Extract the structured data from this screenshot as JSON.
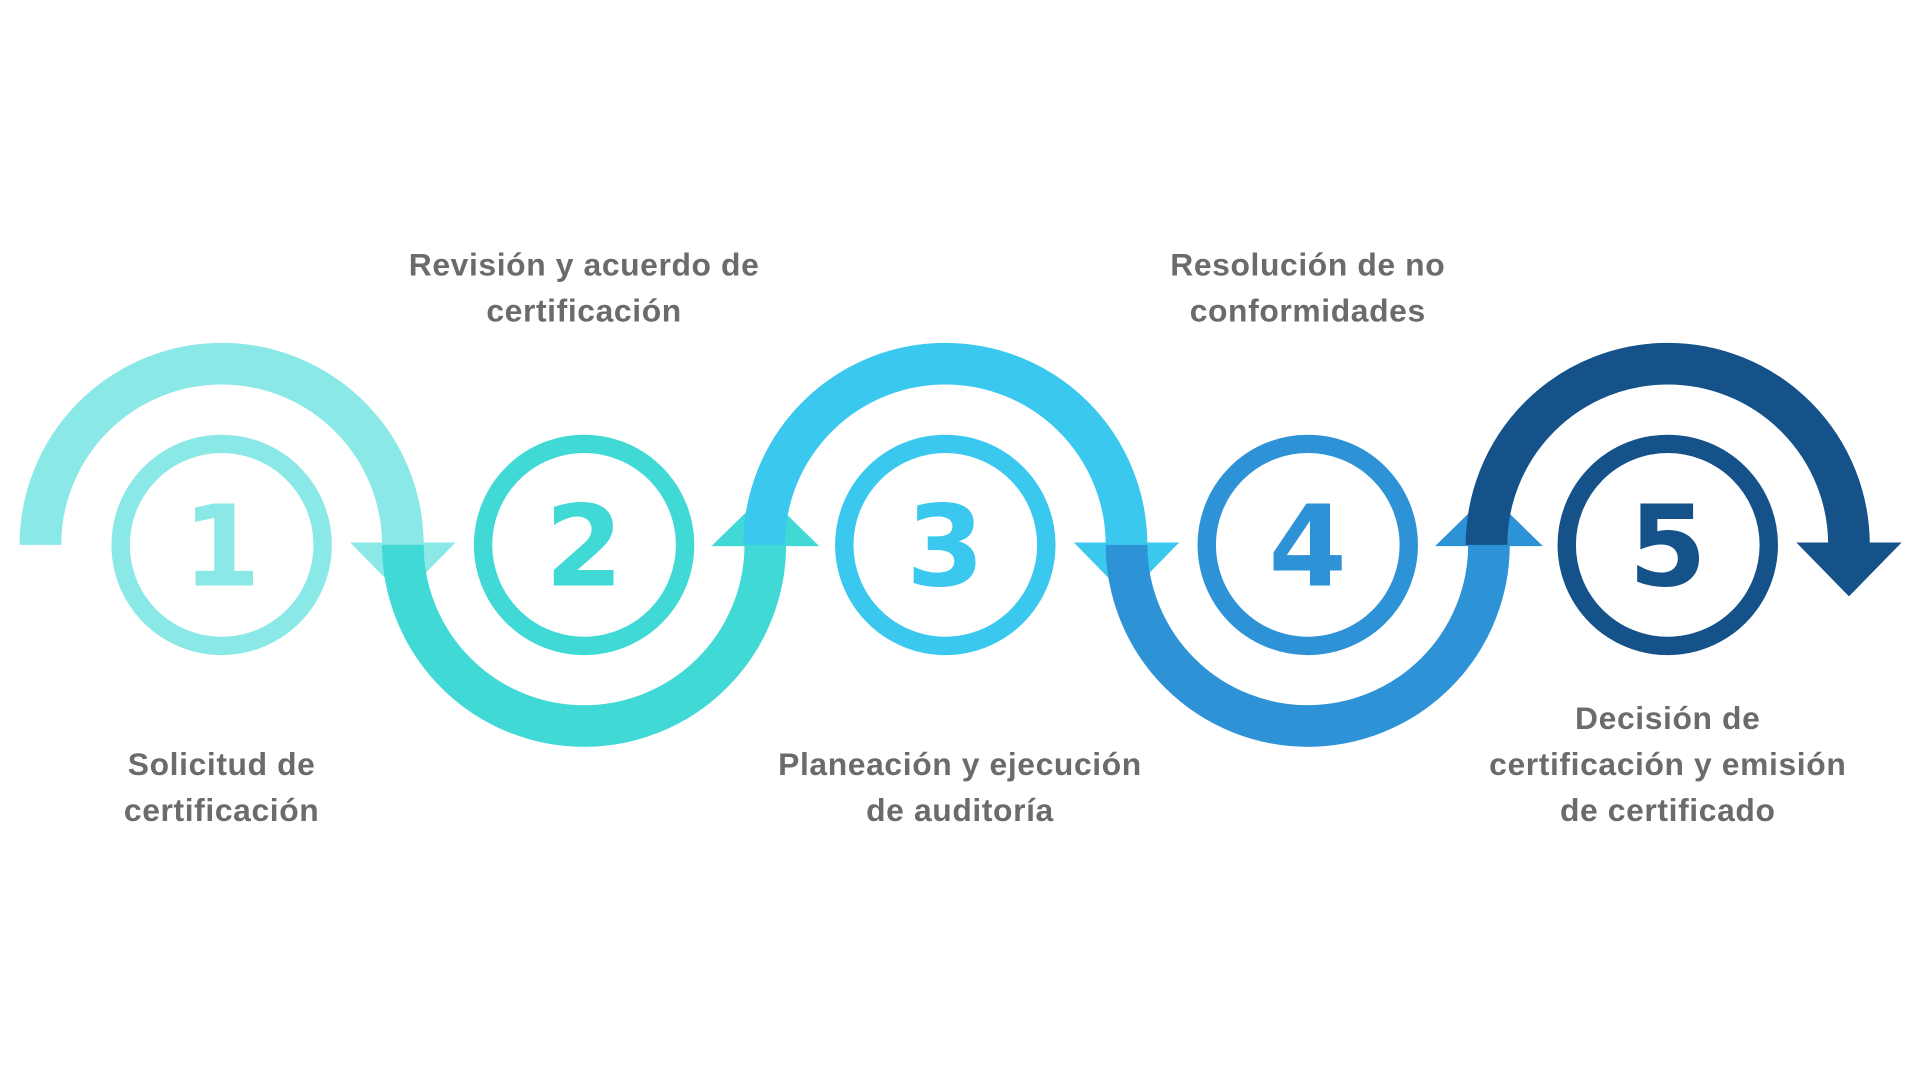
{
  "title": "Proceso de certificación",
  "steps": [
    {
      "number": "1",
      "color": "#8AE8E6",
      "arc": "top",
      "label_pos": "below",
      "label": [
        "Solicitud de",
        "certificación"
      ]
    },
    {
      "number": "2",
      "color": "#40D9D6",
      "arc": "bottom",
      "label_pos": "above",
      "label": [
        "Revisión y acuerdo de",
        "certificación"
      ]
    },
    {
      "number": "3",
      "color": "#3AC8EE",
      "arc": "top",
      "label_pos": "below",
      "label": [
        "Planeación y ejecución",
        "de auditoría"
      ]
    },
    {
      "number": "4",
      "color": "#2D92D6",
      "arc": "bottom",
      "label_pos": "above",
      "label": [
        "Resolución de no",
        "conformidades"
      ]
    },
    {
      "number": "5",
      "color": "#15528A",
      "arc": "top",
      "label_pos": "below",
      "label": [
        "Decisión de",
        "certificación y emisión",
        "de certificado"
      ]
    }
  ]
}
